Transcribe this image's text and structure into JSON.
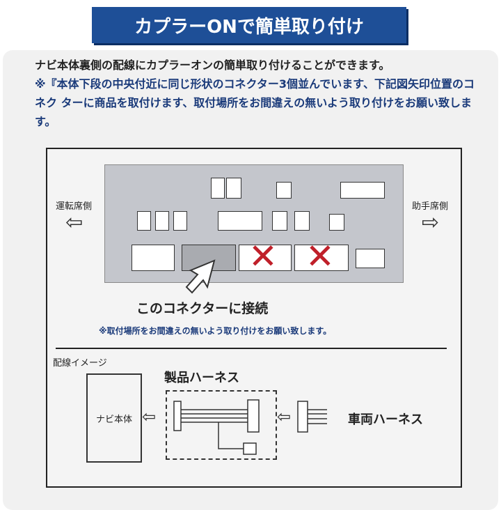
{
  "banner": {
    "title": "カプラーONで簡単取り付け"
  },
  "intro": "ナビ本体裏側の配線にカプラーオンの簡単取り付けることができます。",
  "note": "※『本体下段の中央付近に同じ形状のコネクター3個並んでいます、下記図矢印位置のコネク ターに商品を取付けます、取付場所をお間違えの無いよう取り付けをお願い致します。",
  "diagram": {
    "left_label": "運転席側",
    "right_label": "助手席側",
    "connect_label": "このコネクターに接続",
    "caution": "※取付場所をお間違えの無いよう取り付けをお願い致します。",
    "wiring_title": "配線イメージ",
    "navi_label": "ナビ本体",
    "product_harness": "製品ハーネス",
    "vehicle_harness": "車両ハーネス"
  }
}
